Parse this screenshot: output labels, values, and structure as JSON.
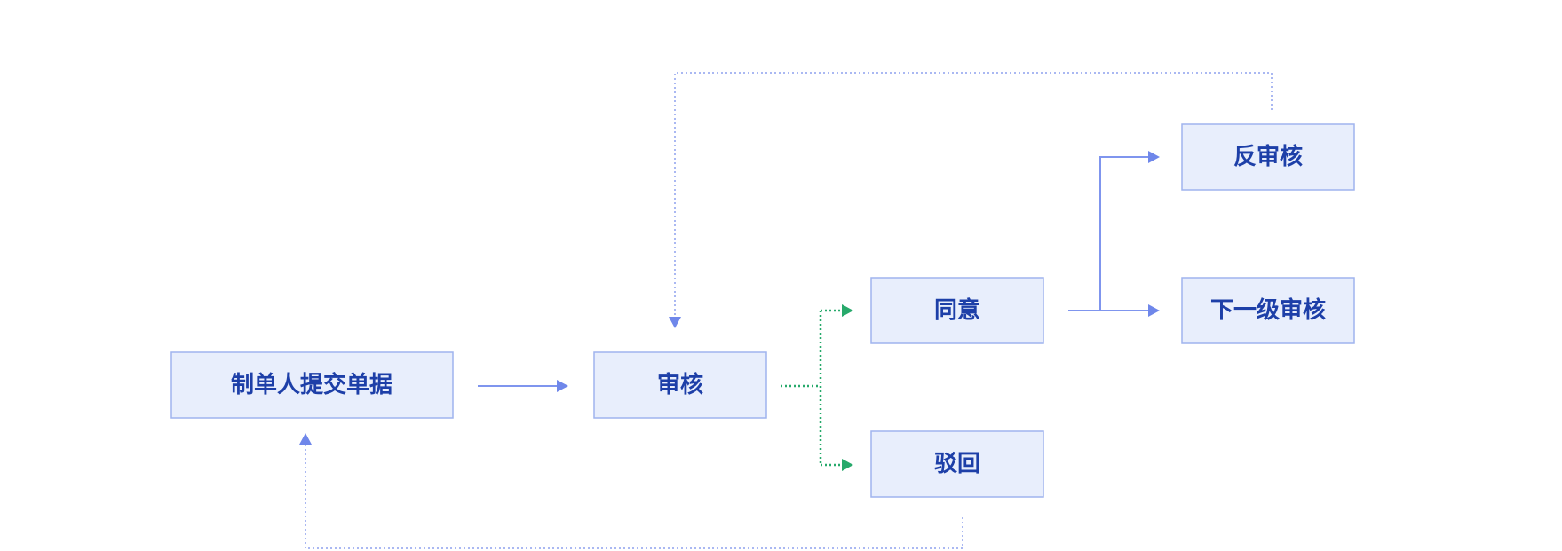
{
  "diagram": {
    "nodes": {
      "submit": {
        "label": "制单人提交单据"
      },
      "review": {
        "label": "审核"
      },
      "approve": {
        "label": "同意"
      },
      "reject": {
        "label": "驳回"
      },
      "reverse_review": {
        "label": "反审核"
      },
      "next_review": {
        "label": "下一级审核"
      }
    },
    "colors": {
      "node_fill": "#e8eefc",
      "node_border": "#9fb4ee",
      "label_text": "#1d3fa8",
      "solid_connector": "#7f95ee",
      "dotted_connector": "#8ea1ee",
      "decision_connector": "#27a96b"
    }
  }
}
